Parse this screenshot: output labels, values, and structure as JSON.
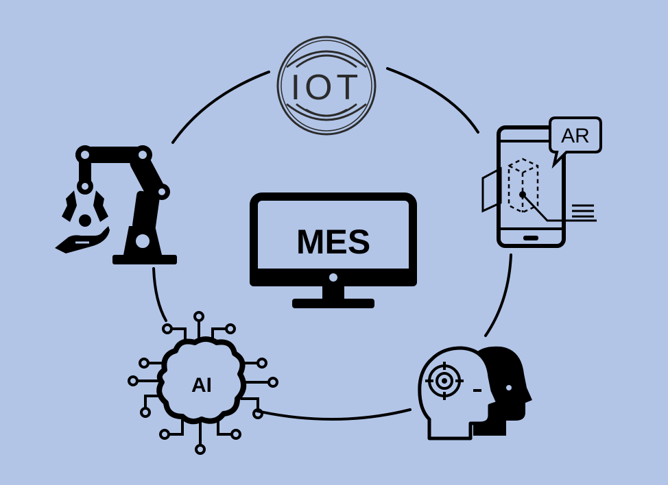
{
  "diagram": {
    "center_label": "MES",
    "nodes": {
      "iot": {
        "label": "IOT",
        "icon": "iot-emblem-icon"
      },
      "ar": {
        "label": "AR",
        "icon": "ar-smartphone-icon"
      },
      "human": {
        "icon": "human-heads-target-icon"
      },
      "ai": {
        "label": "AI",
        "icon": "ai-brain-circuit-icon"
      },
      "robot": {
        "icon": "robotic-arm-icon"
      }
    },
    "colors": {
      "background": "#b2c5e7",
      "ink": "#000000"
    }
  }
}
